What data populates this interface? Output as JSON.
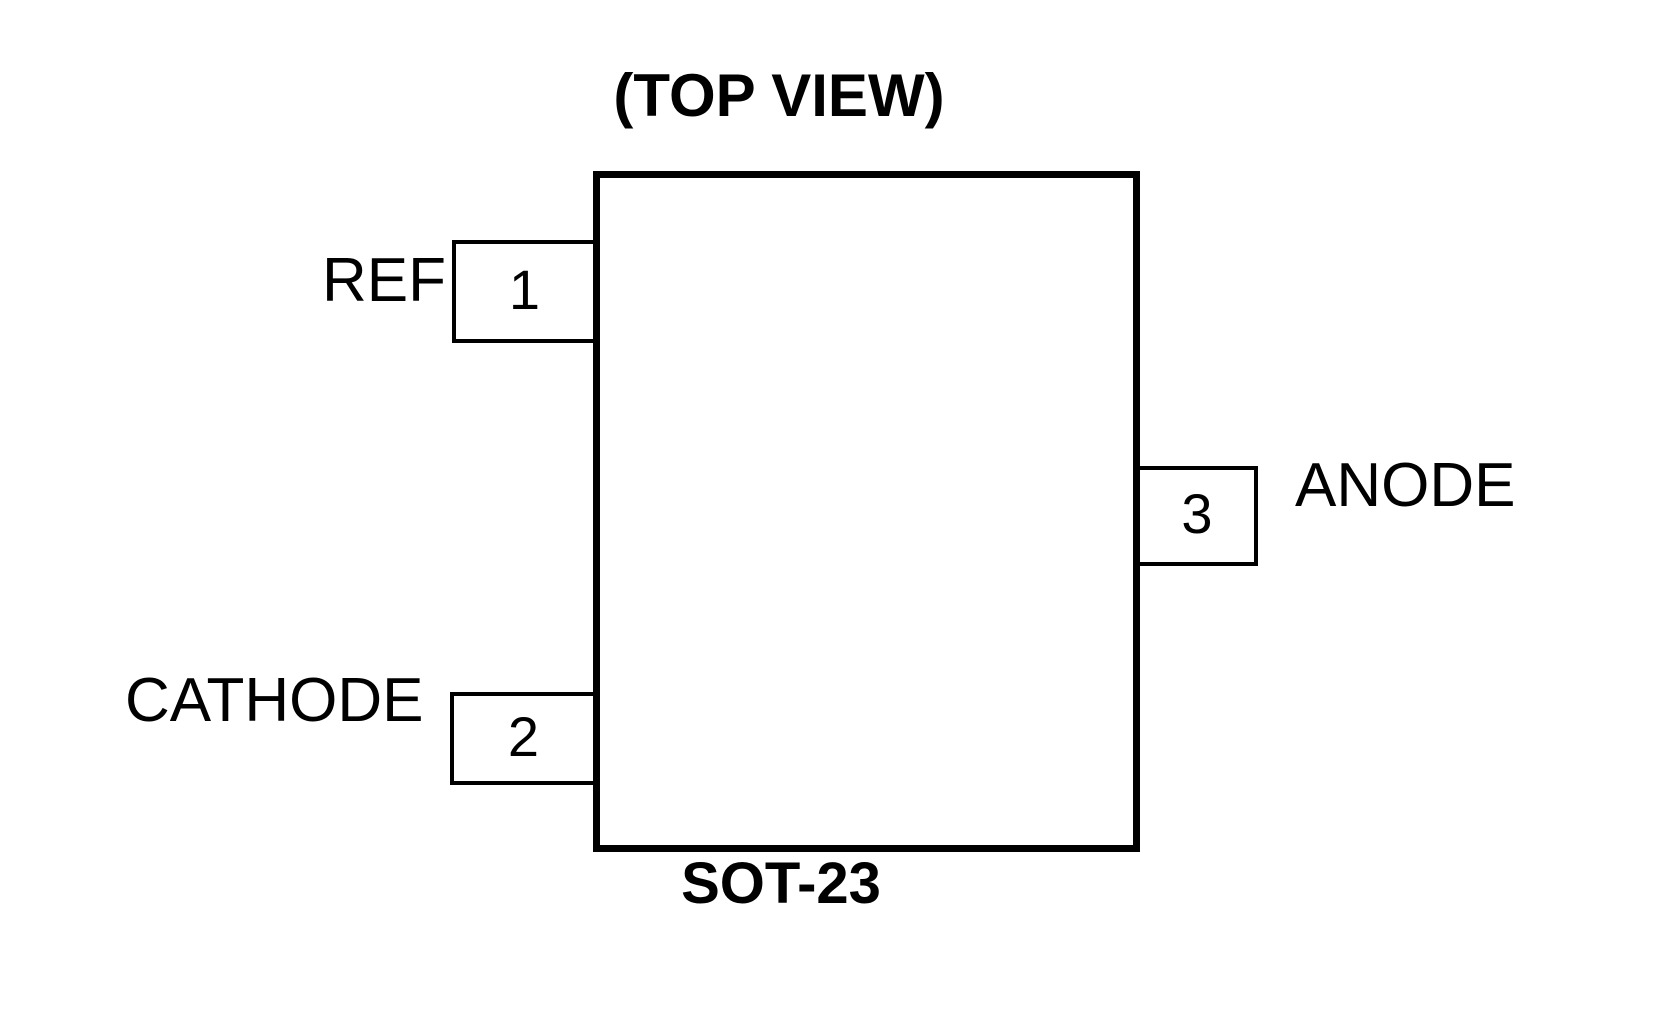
{
  "diagram": {
    "title": "(TOP VIEW)",
    "package_name": "SOT-23",
    "body": {
      "shape": "rectangle",
      "outline_color": "#000000",
      "fill_color": "#ffffff"
    },
    "pins": [
      {
        "number": "1",
        "name": "REF",
        "side": "left",
        "position": "upper"
      },
      {
        "number": "2",
        "name": "CATHODE",
        "side": "left",
        "position": "lower"
      },
      {
        "number": "3",
        "name": "ANODE",
        "side": "right",
        "position": "middle"
      }
    ]
  }
}
